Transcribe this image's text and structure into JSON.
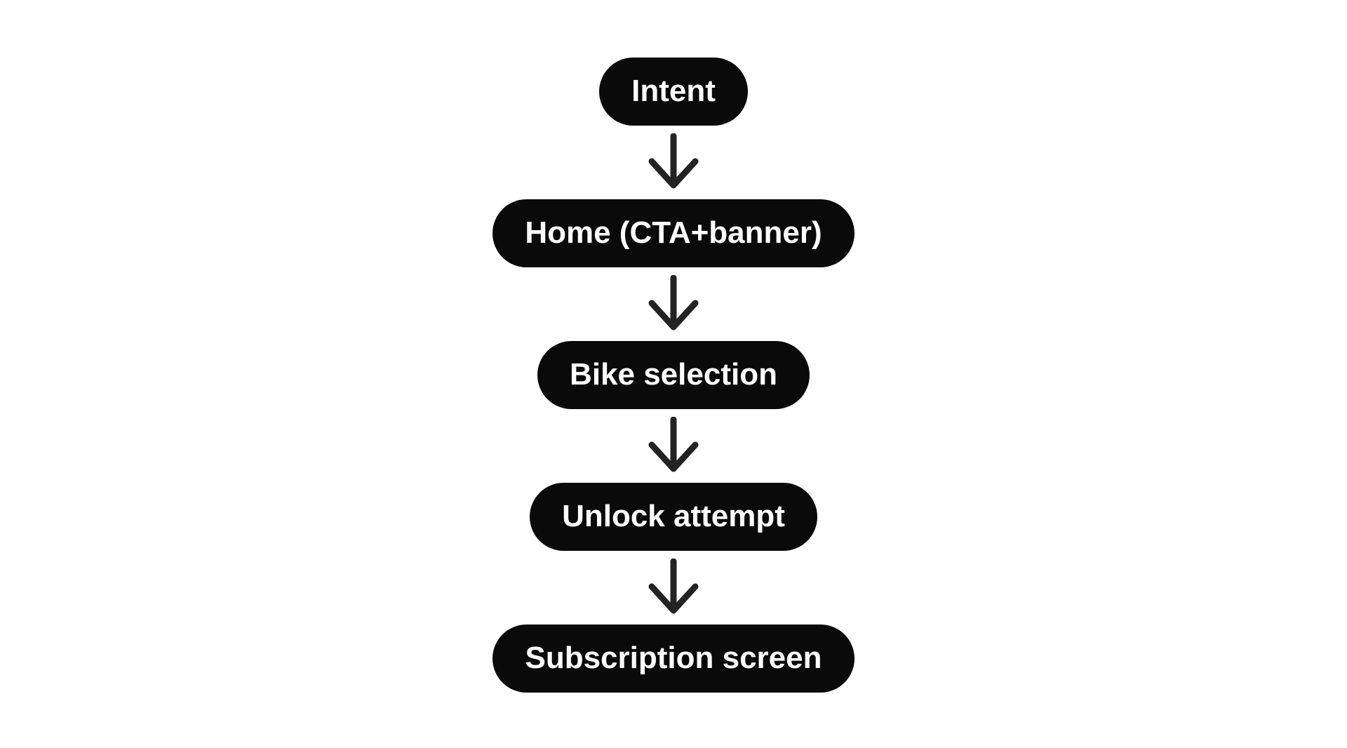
{
  "diagram": {
    "type": "flowchart",
    "direction": "top-down",
    "background_color": "#ffffff",
    "node_fill_color": "#0a0a0a",
    "node_text_color": "#ffffff",
    "arrow_color": "#232323",
    "nodes": [
      {
        "id": "intent",
        "label": "Intent"
      },
      {
        "id": "home",
        "label": "Home (CTA+banner)"
      },
      {
        "id": "bike-selection",
        "label": "Bike selection"
      },
      {
        "id": "unlock-attempt",
        "label": "Unlock attempt"
      },
      {
        "id": "subscription-screen",
        "label": "Subscription screen"
      }
    ],
    "edges": [
      {
        "from": "intent",
        "to": "home"
      },
      {
        "from": "home",
        "to": "bike-selection"
      },
      {
        "from": "bike-selection",
        "to": "unlock-attempt"
      },
      {
        "from": "unlock-attempt",
        "to": "subscription-screen"
      }
    ]
  }
}
